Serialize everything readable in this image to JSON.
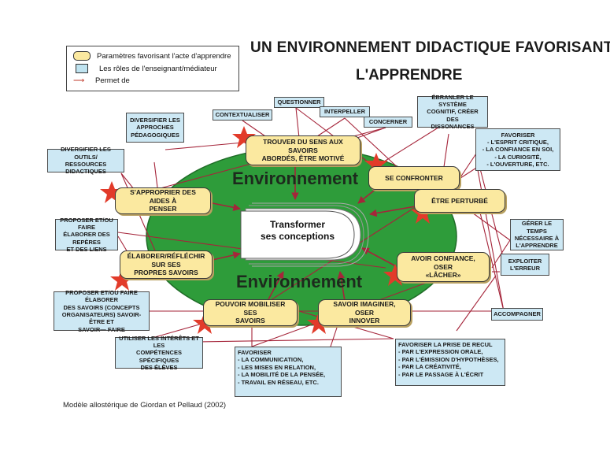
{
  "title_line1": "UN ENVIRONNEMENT DIDACTIQUE FAVORISANT",
  "title_line2": "L'APPRENDRE",
  "legend": {
    "yellow_label": "Paramètres favorisant l'acte d'apprendre",
    "blue_label": "Les rôles de l'enseignant/médiateur",
    "arrow_label": "Permet de"
  },
  "environment_label": "Environnement",
  "center_label": "Transformer\nses conceptions",
  "parameters": [
    "TROUVER DU SENS AUX SAVOIRS\nABORDÉS, ÊTRE MOTIVÉ",
    "SE CONFRONTER",
    "ÊTRE PERTURBÉ",
    "S'APPROPRIER DES AIDES À\nPENSER",
    "ÉLABORER/RÉFLÉCHIR SUR SES\nPROPRES SAVOIRS",
    "AVOIR CONFIANCE, OSER\n«LÂCHER»",
    "POUVOIR MOBILISER SES\nSAVOIRS",
    "SAVOIR IMAGINER, OSER\nINNOVER"
  ],
  "roles": [
    "CONTEXTUALISER",
    "QUESTIONNER",
    "INTERPELLER",
    "CONCERNER",
    "DIVERSIFIER LES\nAPPROCHES\nPÉDAGOGIQUES",
    "DIVERSIFIER LES OUTILS/\nRESSOURCES DIDACTIQUES",
    "ÉBRANLER LE SYSTÈME\nCOGNITIF, CRÉER DES\nDISSONANCES",
    "FAVORISER\n- L'ESPRIT CRITIQUE,\n- LA CONFIANCE EN SOI,\n- LA CURIOSITÉ,\n- L'OUVERTURE, ETC.",
    "PROPOSER ET/OU FAIRE\nÉLABORER DES REPÈRES\nET DES LIENS",
    "GÉRER LE TEMPS\nNÉCESSAIRE À\nL'APPRENDRE",
    "EXPLOITER\nL'ERREUR",
    "PROPOSER ET/OU FAIRE ÉLABORER\nDES SAVOIRS (CONCEPTS\nORGANISATEURS) SAVOIR-ÊTRE ET\nSAVOIR— FAIRE",
    "ACCOMPAGNER",
    "UTILISER LES INTÉRÊTS ET LES\nCOMPÉTENCES SPÉCIFIQUES\nDES ÉLÈVES",
    "FAVORISER\n- LA COMMUNICATION,\n- LES MISES EN RELATION,\n- LA MOBILITÉ DE LA PENSÉE,\n- TRAVAIL EN RÉSEAU, ETC.",
    "FAVORISER LA PRISE DE RECUL\n- PAR L'EXPRESSION ORALE,\n- PAR L'ÉMISSION D'HYPOTHÈSES,\n- PAR LA CRÉATIVITÉ,\n- PAR LE PASSAGE À L'ÉCRIT"
  ],
  "caption": "Modèle allostérique de Giordan et Pellaud (2002)",
  "colors": {
    "ellipse_green": "#2e9c3a",
    "parameter_yellow": "#fbe9a0",
    "role_blue": "#cde8f4",
    "link_red": "#a5253a",
    "star_red": "#e23b2a"
  }
}
